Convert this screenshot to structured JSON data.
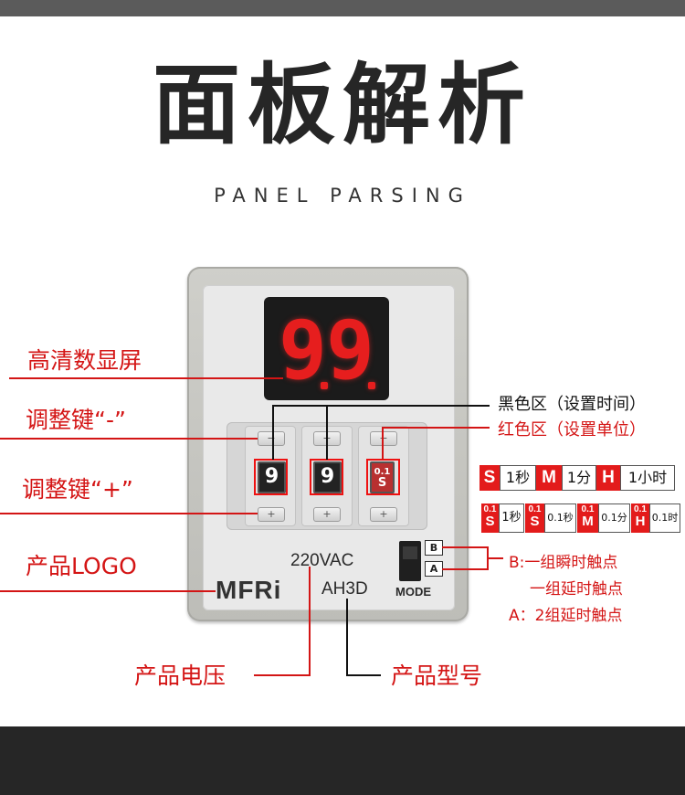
{
  "header": {
    "title": "面板解析",
    "subtitle": "PANEL PARSING"
  },
  "display": {
    "digit_left": "9",
    "digit_right": "9"
  },
  "dials": [
    {
      "value": "9",
      "minus": "−",
      "plus": "+"
    },
    {
      "value": "9",
      "minus": "−",
      "plus": "+"
    },
    {
      "value_top": "0.1",
      "value_bottom": "S",
      "minus": "−",
      "plus": "+"
    }
  ],
  "device": {
    "voltage_label": "220VAC",
    "model_label": "AH3D",
    "logo": "MFRi",
    "mode_label": "MODE",
    "mode_b": "B",
    "mode_a": "A"
  },
  "annotations": {
    "display_label": "高清数显屏",
    "minus_label": "调整键“-”",
    "plus_label": "调整键“+”",
    "logo_label": "产品LOGO",
    "voltage_label": "产品电压",
    "model_label": "产品型号",
    "black_zone": "黑色区（设置时间）",
    "red_zone": "红色区（设置单位）",
    "b_desc_1": "B:一组瞬时触点",
    "b_desc_2": "一组延时触点",
    "a_desc": "A：2组延时触点"
  },
  "units_row1": [
    {
      "code": "S",
      "meaning": "1秒"
    },
    {
      "code": "M",
      "meaning": "1分"
    },
    {
      "code": "H",
      "meaning": "1小时"
    }
  ],
  "units_row2": [
    {
      "code_top": "0.1",
      "code_bottom": "S",
      "meaning": "1秒"
    },
    {
      "code_top": "0.1",
      "code_bottom": "S",
      "meaning": "0.1秒"
    },
    {
      "code_top": "0.1",
      "code_bottom": "M",
      "meaning": "0.1分"
    },
    {
      "code_top": "0.1",
      "code_bottom": "H",
      "meaning": "0.1时"
    }
  ],
  "colors": {
    "accent_red": "#e31b1b",
    "display_red": "#e61e1e",
    "dark_bar": "#262626"
  }
}
